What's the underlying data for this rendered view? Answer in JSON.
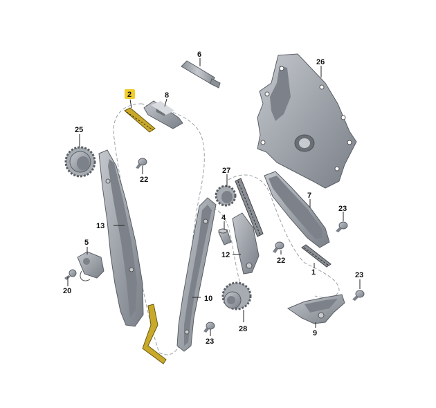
{
  "diagram": {
    "highlight_color": "#f2cd2c",
    "part_color": "#9ea3aa",
    "part_dark": "#6e737a",
    "labels": {
      "p1": "1",
      "p2": "2",
      "p4": "4",
      "p5": "5",
      "p6": "6",
      "p7": "7",
      "p8": "8",
      "p9": "9",
      "p10": "10",
      "p12": "12",
      "p13": "13",
      "p20": "20",
      "p22a": "22",
      "p22b": "22",
      "p23a": "23",
      "p23b": "23",
      "p23c": "23",
      "p25": "25",
      "p26": "26",
      "p27": "27",
      "p28": "28"
    }
  }
}
